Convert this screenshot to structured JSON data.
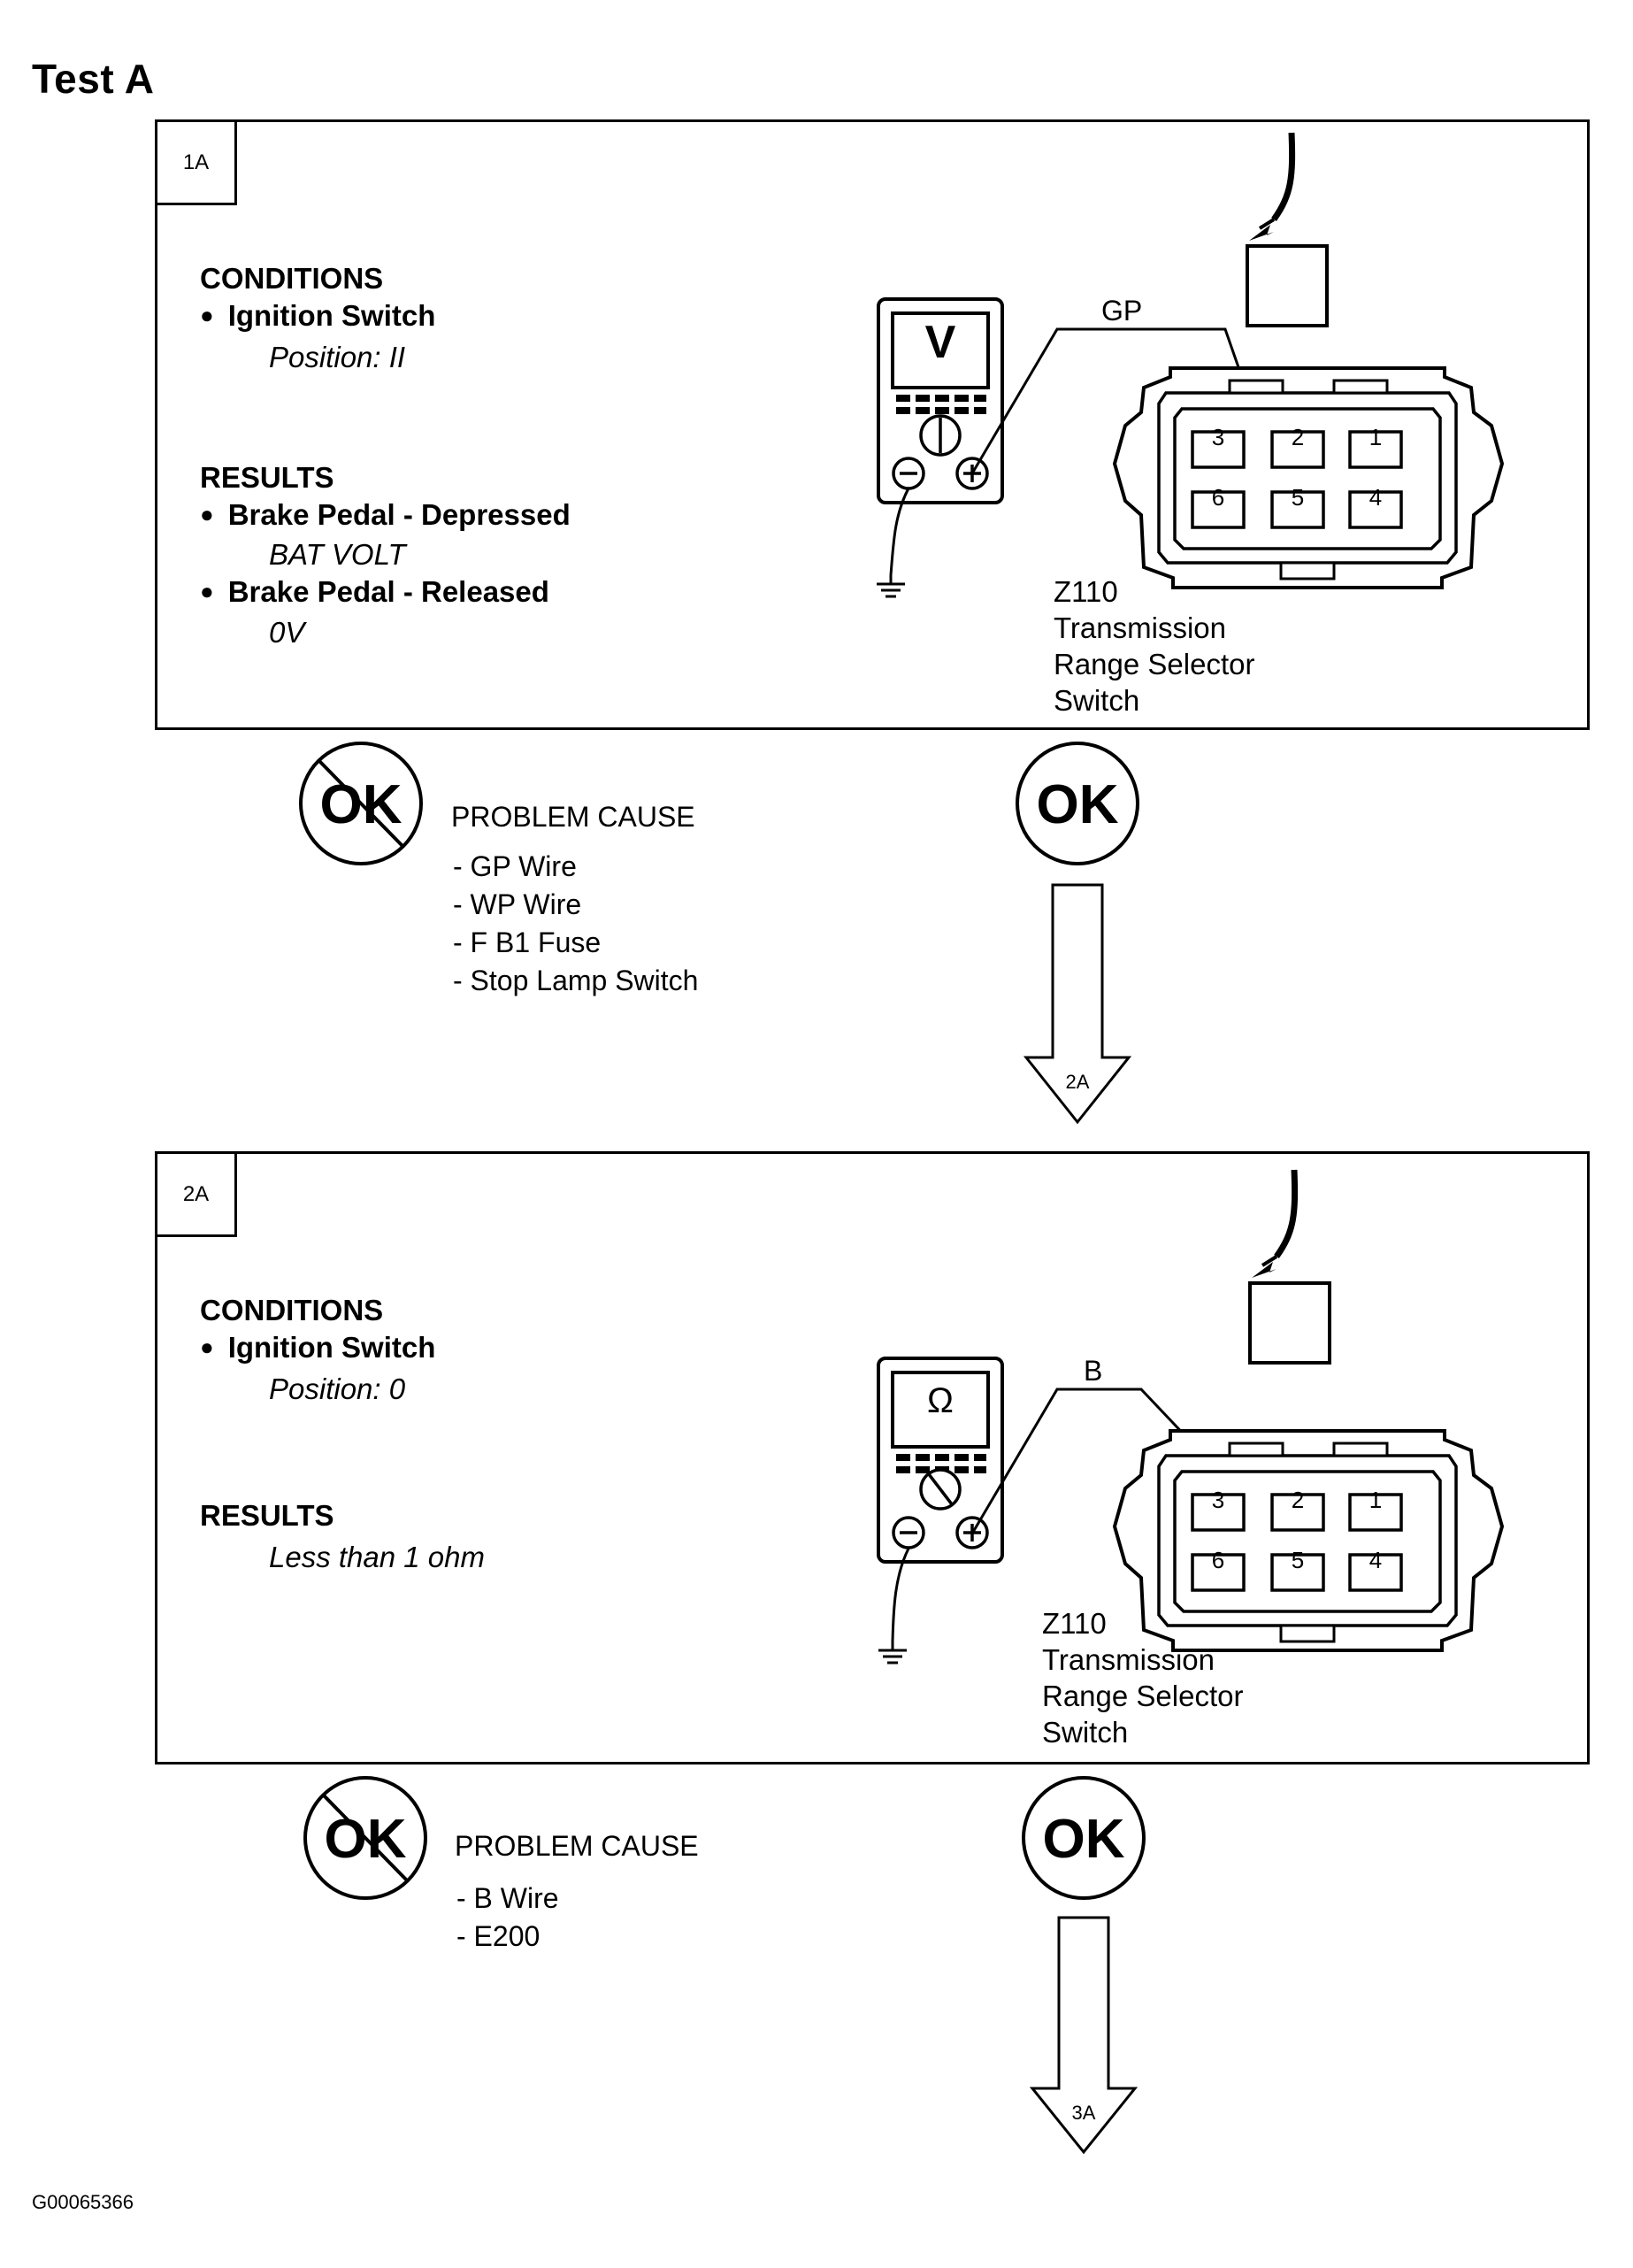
{
  "page": {
    "title": "Test A",
    "footer_id": "G00065366"
  },
  "steps": [
    {
      "id": "1A",
      "conditions_heading": "CONDITIONS",
      "conditions": [
        {
          "item": "Ignition Switch",
          "detail": "Position: II"
        }
      ],
      "results_heading": "RESULTS",
      "results": [
        {
          "item": "Brake Pedal - Depressed",
          "detail": "BAT VOLT"
        },
        {
          "item": "Brake Pedal - Released",
          "detail": "0V"
        }
      ],
      "meter_symbol": "V",
      "wire_label": "GP",
      "connector_pins_top": [
        "3",
        "2",
        "1"
      ],
      "connector_pins_bottom": [
        "6",
        "5",
        "4"
      ],
      "component_lines": [
        "Z110",
        "Transmission",
        "Range Selector",
        "Switch"
      ],
      "not_ok_label": "OK",
      "problem_heading": "PROBLEM CAUSE",
      "problem_causes": [
        "- GP  Wire",
        "- WP  Wire",
        "- F B1  Fuse",
        "- Stop Lamp Switch"
      ],
      "ok_label": "OK",
      "next_step": "2A"
    },
    {
      "id": "2A",
      "conditions_heading": "CONDITIONS",
      "conditions": [
        {
          "item": "Ignition Switch",
          "detail": "Position: 0"
        }
      ],
      "results_heading": "RESULTS",
      "results_detail": "Less than 1 ohm",
      "meter_symbol": "Ω",
      "wire_label": "B",
      "connector_pins_top": [
        "3",
        "2",
        "1"
      ],
      "connector_pins_bottom": [
        "6",
        "5",
        "4"
      ],
      "component_lines": [
        "Z110",
        "Transmission",
        "Range Selector",
        "Switch"
      ],
      "not_ok_label": "OK",
      "problem_heading": "PROBLEM CAUSE",
      "problem_causes": [
        "- B Wire",
        "- E200"
      ],
      "ok_label": "OK",
      "next_step": "3A"
    }
  ]
}
